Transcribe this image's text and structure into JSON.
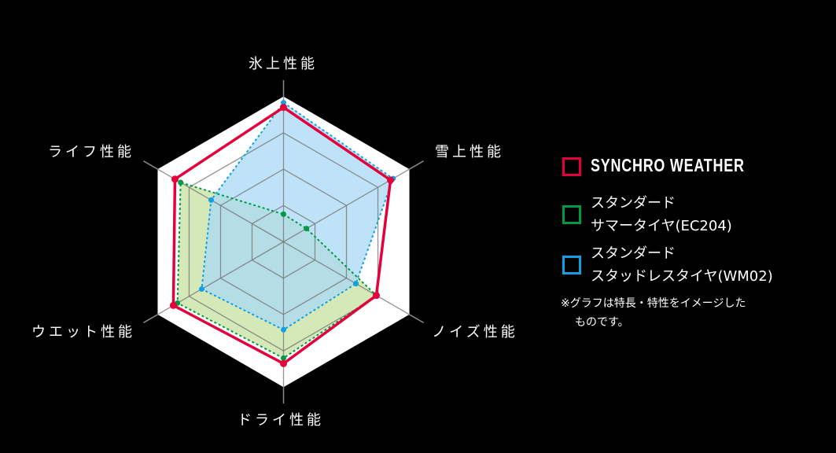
{
  "chart_data": {
    "type": "radar",
    "axes": [
      "氷上性能",
      "雪上性能",
      "ノイズ性能",
      "ドライ性能",
      "ウエット性能",
      "ライフ性能"
    ],
    "range": [
      0,
      4
    ],
    "grid_levels": [
      1,
      2,
      3,
      4
    ],
    "series": [
      {
        "name": "SYNCHRO WEATHER",
        "color": "#e4003a",
        "style": "solid",
        "values": [
          3.7,
          3.4,
          2.95,
          3.35,
          3.5,
          3.45
        ]
      },
      {
        "name": "スタンダード サマータイヤ(EC204)",
        "color": "#009a44",
        "style": "dotted",
        "fill": "#d5e8b8",
        "values": [
          0.76,
          0.73,
          2.95,
          3.2,
          3.37,
          3.27
        ]
      },
      {
        "name": "スタンダード スタッドレスタイヤ(WM02)",
        "color": "#12a0e3",
        "style": "dotted",
        "fill": "#a8daf5",
        "values": [
          3.83,
          3.48,
          2.3,
          2.42,
          2.6,
          2.3
        ]
      }
    ]
  },
  "legend": {
    "items": [
      {
        "lines": [
          "SYNCHRO WEATHER"
        ]
      },
      {
        "lines": [
          "スタンダード",
          "サマータイヤ(EC204)"
        ]
      },
      {
        "lines": [
          "スタンダード",
          "スタッドレスタイヤ(WM02)"
        ]
      }
    ],
    "note": [
      "※グラフは特長・特性をイメージした",
      "ものです。"
    ]
  }
}
